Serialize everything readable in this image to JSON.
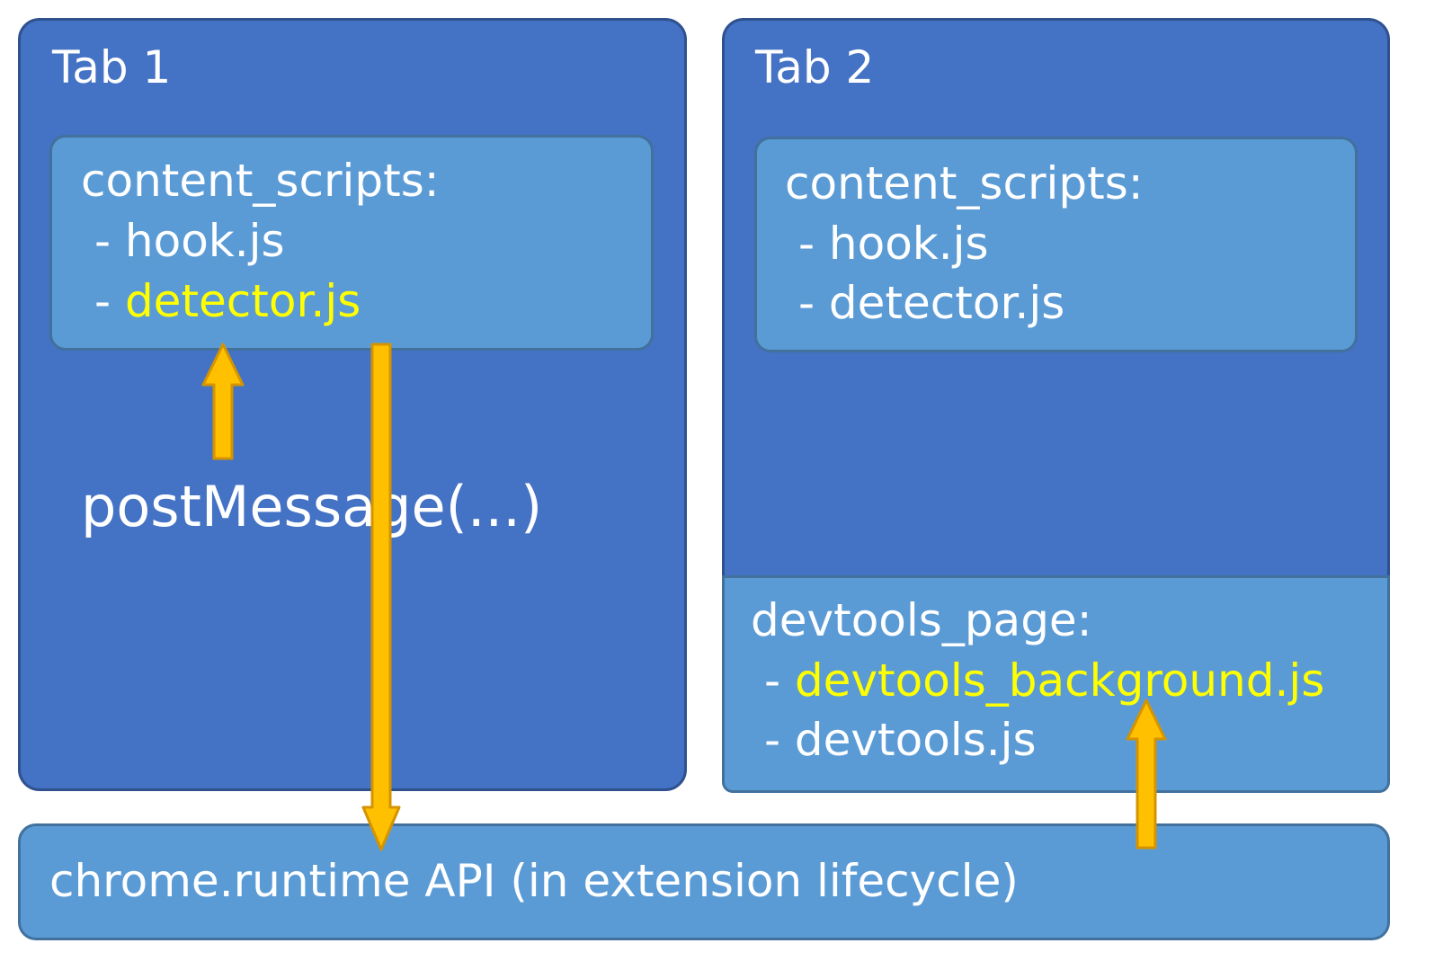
{
  "tab1": {
    "title": "Tab 1",
    "content_scripts": {
      "header": "content_scripts:",
      "items": [
        "- hook.js",
        "- ",
        "detector.js"
      ]
    },
    "message": "postMessage(...)"
  },
  "tab2": {
    "title": "Tab 2",
    "content_scripts": {
      "header": "content_scripts:",
      "items": [
        "- hook.js",
        "- detector.js"
      ]
    },
    "devtools": {
      "header": "devtools_page:",
      "items": [
        "- ",
        "devtools_background.js",
        "- devtools.js"
      ]
    }
  },
  "runtime": {
    "label": "chrome.runtime API (in extension lifecycle)"
  },
  "colors": {
    "panel": "#4472c4",
    "box": "#5b9bd5",
    "highlight": "#ffff00",
    "arrow": "#ffc000",
    "arrow_stroke": "#d49400"
  }
}
